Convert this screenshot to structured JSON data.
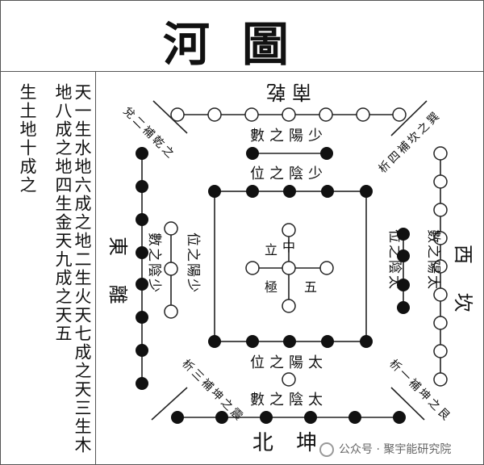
{
  "title": "河圖",
  "left_text": {
    "col1": "天一生水地六成之地二生火天七成之天三生木地八成之地四生金天九成之天五",
    "col2": "生土地十成之"
  },
  "labels": {
    "top_outer": "南 乾",
    "top_inner_num": "數之陽少",
    "top_inner_pos": "位之陰少",
    "bottom_inner_pos": "位之陽太",
    "bottom_inner_num": "數之陰太",
    "bottom_outer": "北 坤",
    "left_outer": "東 離",
    "left_inner_num": "數之陰少",
    "left_inner_pos": "位之陽少",
    "right_outer": "西 坎",
    "right_inner_num": "數之陽太",
    "right_inner_pos": "位之陰太",
    "center_top": "中",
    "center_left": "立",
    "center_right": "五",
    "center_bottom": "極",
    "diag_tl": "兌二補乾之",
    "diag_tr": "析四補坎之巽",
    "diag_bl": "析三補坤之震",
    "diag_br": "析一補坤之艮"
  },
  "watermark": "公众号 · 聚宇能研究院"
}
